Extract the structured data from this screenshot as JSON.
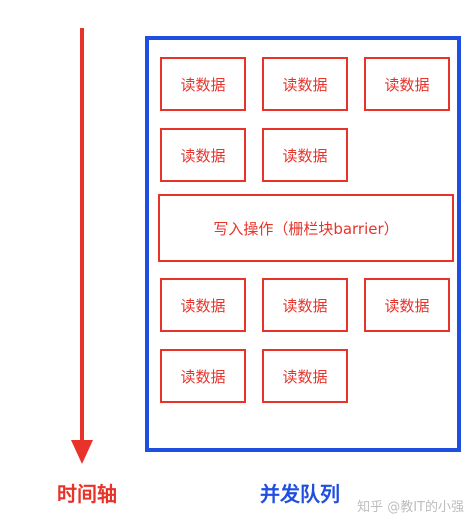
{
  "timeline": {
    "label": "时间轴"
  },
  "queue": {
    "label": "并发队列",
    "rows_before": [
      [
        "读数据",
        "读数据",
        "读数据"
      ],
      [
        "读数据",
        "读数据"
      ]
    ],
    "barrier": "写入操作（栅栏块barrier）",
    "rows_after": [
      [
        "读数据",
        "读数据",
        "读数据"
      ],
      [
        "读数据",
        "读数据"
      ]
    ]
  },
  "watermark": "知乎 @教IT的小强",
  "colors": {
    "red": "#e8332a",
    "blue": "#1f4fe0"
  }
}
